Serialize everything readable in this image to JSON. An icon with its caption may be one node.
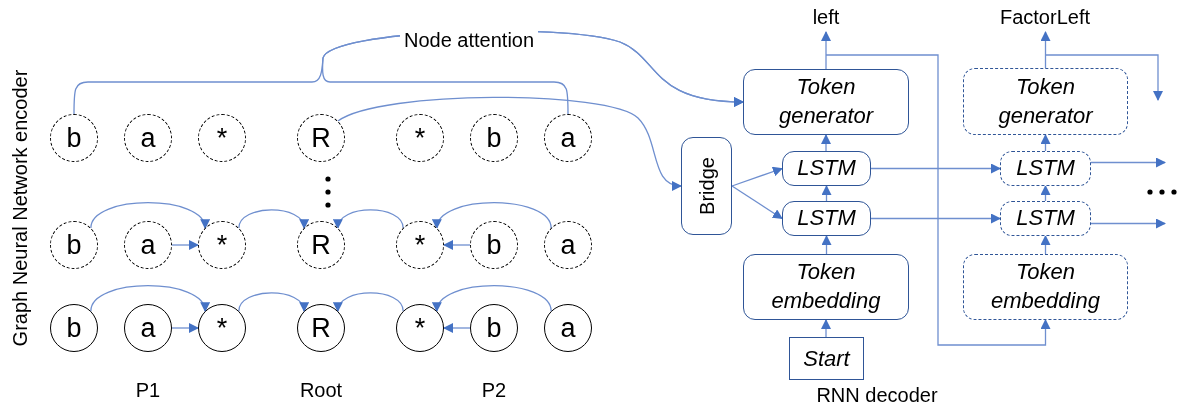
{
  "diagram": {
    "nodes": [
      {
        "text": [
          "b"
        ]
      },
      {
        "text": [
          "a"
        ]
      },
      {
        "text": [
          "*"
        ]
      },
      {
        "text": [
          "R"
        ]
      },
      {
        "text": [
          "*"
        ]
      },
      {
        "text": [
          "b"
        ]
      },
      {
        "text": [
          "a"
        ]
      },
      {
        "text": [
          "b"
        ]
      },
      {
        "text": [
          "a"
        ]
      },
      {
        "text": [
          "*"
        ]
      },
      {
        "text": [
          "R"
        ]
      },
      {
        "text": [
          "*"
        ]
      },
      {
        "text": [
          "b"
        ]
      },
      {
        "text": [
          "a"
        ]
      },
      {
        "text": [
          "b"
        ]
      },
      {
        "text": [
          "a"
        ]
      },
      {
        "text": [
          "*"
        ]
      },
      {
        "text": [
          "R"
        ]
      },
      {
        "text": [
          "*"
        ]
      },
      {
        "text": [
          "b"
        ]
      },
      {
        "text": [
          "a"
        ]
      },
      {
        "text": [
          "Token generator"
        ]
      },
      {
        "text": [
          "Bridge"
        ]
      },
      {
        "text": [
          "LSTM"
        ]
      },
      {
        "text": [
          "LSTM"
        ]
      },
      {
        "text": [
          "Token embedding"
        ]
      },
      {
        "text": [
          "Start"
        ]
      },
      {
        "text": [
          "left"
        ]
      },
      {
        "text": [
          "Token generator"
        ]
      },
      {
        "text": [
          "LSTM"
        ]
      },
      {
        "text": [
          "LSTM"
        ]
      },
      {
        "text": [
          "Token embedding"
        ]
      },
      {
        "text": [
          "FactorLeft"
        ]
      }
    ],
    "edges": [
      {
        "from": 0,
        "to": 21,
        "arrow": "to",
        "label": "Node attention"
      },
      {
        "from": 6,
        "to": 21,
        "arrow": "to"
      },
      {
        "from": 3,
        "to": 22,
        "arrow": "to"
      },
      {
        "from": 7,
        "to": 9,
        "arrow": "to"
      },
      {
        "from": 8,
        "to": 9,
        "arrow": "to"
      },
      {
        "from": 9,
        "to": 10,
        "arrow": "to"
      },
      {
        "from": 11,
        "to": 10,
        "arrow": "to"
      },
      {
        "from": 12,
        "to": 11,
        "arrow": "to"
      },
      {
        "from": 13,
        "to": 11,
        "arrow": "to"
      },
      {
        "from": 14,
        "to": 16,
        "arrow": "to"
      },
      {
        "from": 15,
        "to": 16,
        "arrow": "to"
      },
      {
        "from": 16,
        "to": 17,
        "arrow": "to"
      },
      {
        "from": 18,
        "to": 17,
        "arrow": "to"
      },
      {
        "from": 19,
        "to": 18,
        "arrow": "to"
      },
      {
        "from": 20,
        "to": 18,
        "arrow": "to"
      },
      {
        "from": 22,
        "to": 23,
        "arrow": "to"
      },
      {
        "from": 22,
        "to": 24,
        "arrow": "to"
      },
      {
        "from": 26,
        "to": 25,
        "arrow": "to"
      },
      {
        "from": 25,
        "to": 24,
        "arrow": "to"
      },
      {
        "from": 24,
        "to": 23,
        "arrow": "to"
      },
      {
        "from": 23,
        "to": 21,
        "arrow": "to"
      },
      {
        "from": 21,
        "to": 27,
        "arrow": "to"
      },
      {
        "from": 21,
        "to": 31,
        "arrow": "to"
      },
      {
        "from": 23,
        "to": 29,
        "arrow": "to"
      },
      {
        "from": 24,
        "to": 30,
        "arrow": "to"
      },
      {
        "from": 31,
        "to": 30,
        "arrow": "to"
      },
      {
        "from": 30,
        "to": 29,
        "arrow": "to"
      },
      {
        "from": 29,
        "to": 28,
        "arrow": "to"
      },
      {
        "from": 28,
        "to": 32,
        "arrow": "to"
      },
      {
        "from": 28,
        "to": null,
        "arrow": "to"
      },
      {
        "from": 29,
        "to": null,
        "arrow": "to"
      },
      {
        "from": 30,
        "to": null,
        "arrow": "to"
      }
    ],
    "labels": [
      "Graph Neural Network encoder",
      "P1",
      "Root",
      "P2",
      "RNN decoder"
    ]
  }
}
